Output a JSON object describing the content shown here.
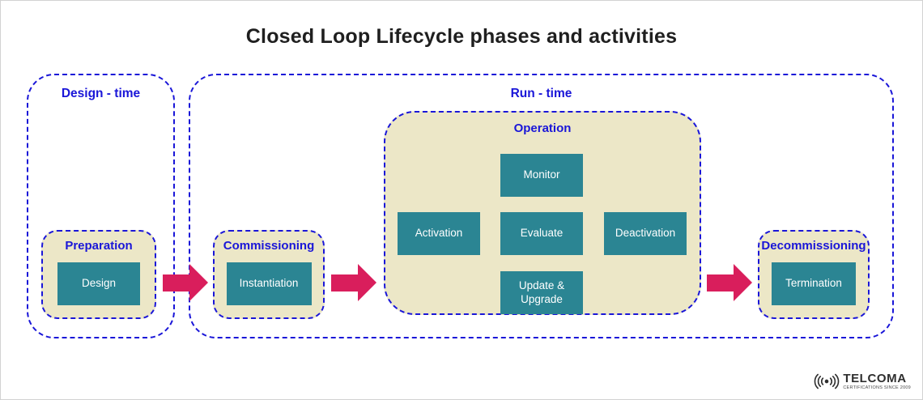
{
  "title": "Closed Loop Lifecycle phases and activities",
  "groups": {
    "design_time": "Design - time",
    "run_time": "Run - time"
  },
  "phases": {
    "preparation": {
      "label": "Preparation",
      "activity": "Design"
    },
    "commissioning": {
      "label": "Commissioning",
      "activity": "Instantiation"
    },
    "operation": {
      "label": "Operation",
      "activities": {
        "monitor": "Monitor",
        "activation": "Activation",
        "evaluate": "Evaluate",
        "deactivation": "Deactivation",
        "update_upgrade": "Update & Upgrade"
      }
    },
    "decommissioning": {
      "label": "Decommissioning",
      "activity": "Termination"
    }
  },
  "logo": {
    "name": "TELCOMA",
    "tagline": "CERTIFICATIONS SINCE 2009"
  },
  "colors": {
    "accent_blue": "#1a16d8",
    "teal": "#2b8593",
    "arrow_pink": "#d91e5c",
    "phase_beige": "#ece7c7",
    "title_dark": "#1f1f1f"
  }
}
